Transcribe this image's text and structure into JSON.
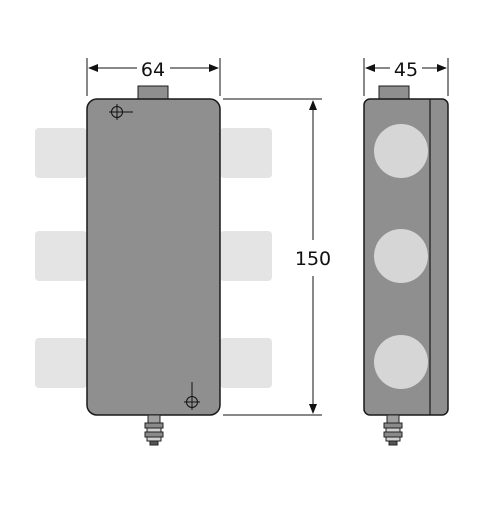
{
  "dimensions": {
    "width_front": "64",
    "width_side": "45",
    "height": "150"
  },
  "colors": {
    "housing": "#8f8f8f",
    "outline": "#1a1a1a",
    "connector_pad": "#e4e4e4",
    "side_circle": "#d6d6d6",
    "background": "#ffffff"
  },
  "icons": [
    "mounting-hole-icon",
    "cable-gland-icon",
    "dimension-arrow-icon"
  ]
}
